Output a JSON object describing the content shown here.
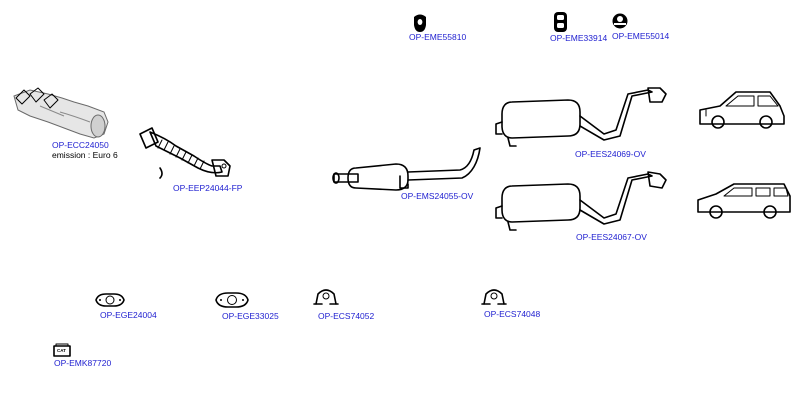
{
  "parts": [
    {
      "id": "mount-55810",
      "code": "OP-EME55810",
      "icon": "rubber-mount-icon"
    },
    {
      "id": "mount-33914",
      "code": "OP-EME33914",
      "icon": "rubber-mount-icon"
    },
    {
      "id": "mount-55014",
      "code": "OP-EME55014",
      "icon": "rubber-mount-icon"
    },
    {
      "id": "catalyst-manifold",
      "code": "OP-ECC24050",
      "note": "emission : Euro 6",
      "icon": "manifold-catalyst-icon"
    },
    {
      "id": "front-pipe",
      "code": "OP-EEP24044-FP",
      "icon": "flex-pipe-icon"
    },
    {
      "id": "centre-silencer",
      "code": "OP-EMS24055-OV",
      "icon": "centre-silencer-icon"
    },
    {
      "id": "rear-silencer-hatch",
      "code": "OP-EES24069-OV",
      "icon": "rear-silencer-icon"
    },
    {
      "id": "rear-silencer-estate",
      "code": "OP-EES24067-OV",
      "icon": "rear-silencer-icon"
    },
    {
      "id": "gasket-24004",
      "code": "OP-EGE24004",
      "icon": "flange-gasket-icon"
    },
    {
      "id": "gasket-33025",
      "code": "OP-EGE33025",
      "icon": "flange-gasket-icon"
    },
    {
      "id": "clamp-74052",
      "code": "OP-ECS74052",
      "icon": "clamp-icon"
    },
    {
      "id": "clamp-74048",
      "code": "OP-ECS74048",
      "icon": "clamp-icon"
    },
    {
      "id": "fitting-kit",
      "code": "OP-EMK87720",
      "icon": "fitting-kit-icon"
    }
  ],
  "kit_badge_text": "CAT",
  "vehicles": [
    {
      "id": "hatchback",
      "icon": "hatchback-car-icon"
    },
    {
      "id": "estate",
      "icon": "estate-car-icon"
    }
  ],
  "colors": {
    "link": "#1e1ed0",
    "ink": "#000000",
    "background": "#ffffff"
  }
}
